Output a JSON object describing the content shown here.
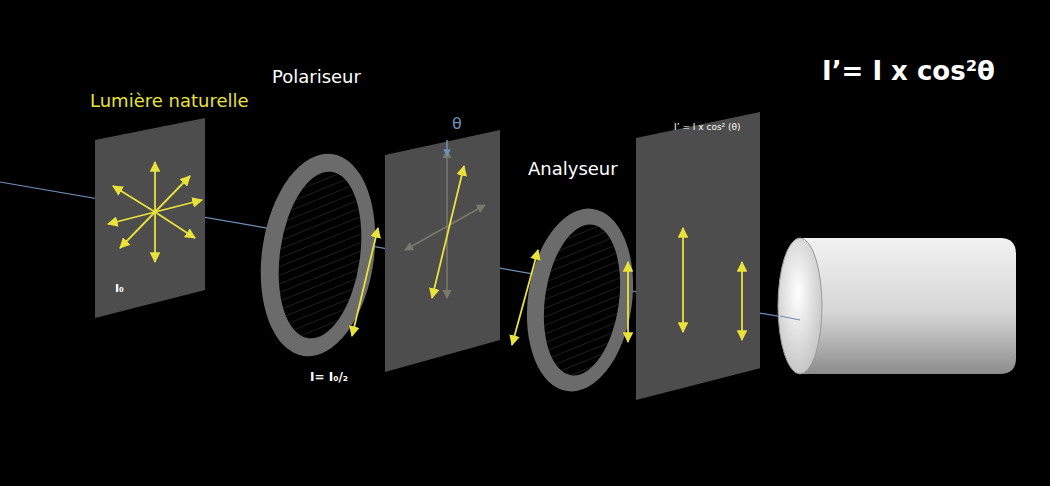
{
  "diagram": {
    "nodes": [
      {
        "text": [
          "I₀"
        ]
      },
      {
        "text": [
          "I’ = I x cos² (θ)"
        ]
      }
    ],
    "labels": [
      "Lumière naturelle",
      "Polariseur",
      "θ",
      "Analyseur",
      "I’= I x cos²θ",
      "I= I₀/₂"
    ]
  }
}
